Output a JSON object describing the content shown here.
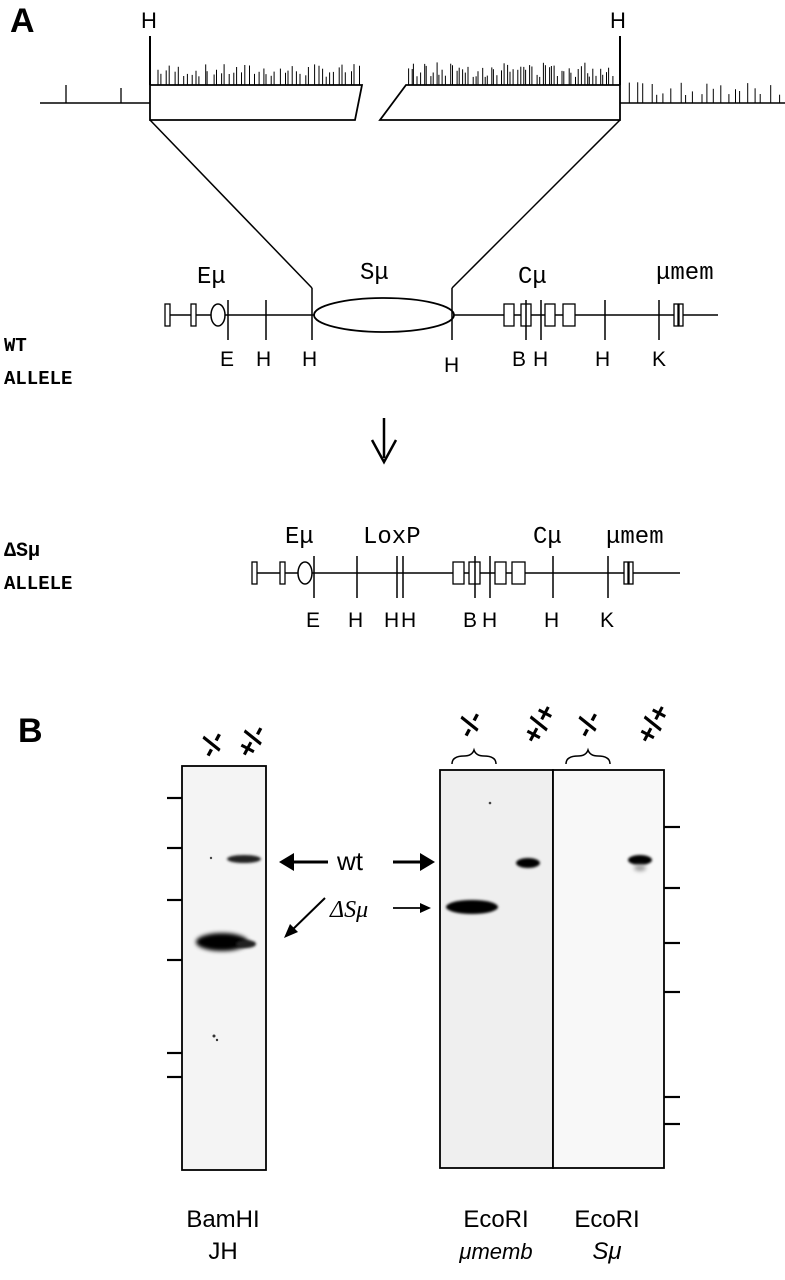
{
  "panels": {
    "a_label": "A",
    "b_label": "B"
  },
  "panel_a": {
    "top_site_left": "H",
    "top_site_right": "H",
    "wt": {
      "allele_line1": "WT",
      "allele_line2": "ALLELE",
      "labels": {
        "emu": "Eμ",
        "smu": "Sμ",
        "cmu": "Cμ",
        "mumem": "μmem"
      },
      "sites": [
        "E",
        "H",
        "H",
        "H",
        "B",
        "H",
        "H",
        "K"
      ]
    },
    "dsmu": {
      "allele_line1": "ΔSμ",
      "allele_line2": "ALLELE",
      "labels": {
        "emu": "Eμ",
        "loxp": "LoxP",
        "cmu": "Cμ",
        "mumem": "μmem"
      },
      "sites": [
        "E",
        "H",
        "H",
        "H",
        "B",
        "H",
        "H",
        "K"
      ]
    }
  },
  "panel_b": {
    "lanes": {
      "left_1": "-/-",
      "left_2": "+/-",
      "mid_1": "-/-",
      "mid_2": "+/+",
      "right_1": "-/-",
      "right_2": "+/+"
    },
    "band_labels": {
      "wt": "wt",
      "dsmu": "ΔSμ"
    },
    "captions": {
      "blot1_line1": "BamHI",
      "blot1_line2": "JH",
      "blot2_line1": "EcoRI",
      "blot2_line2": "μmemb",
      "blot3_line1": "EcoRI",
      "blot3_line2": "Sμ"
    }
  }
}
